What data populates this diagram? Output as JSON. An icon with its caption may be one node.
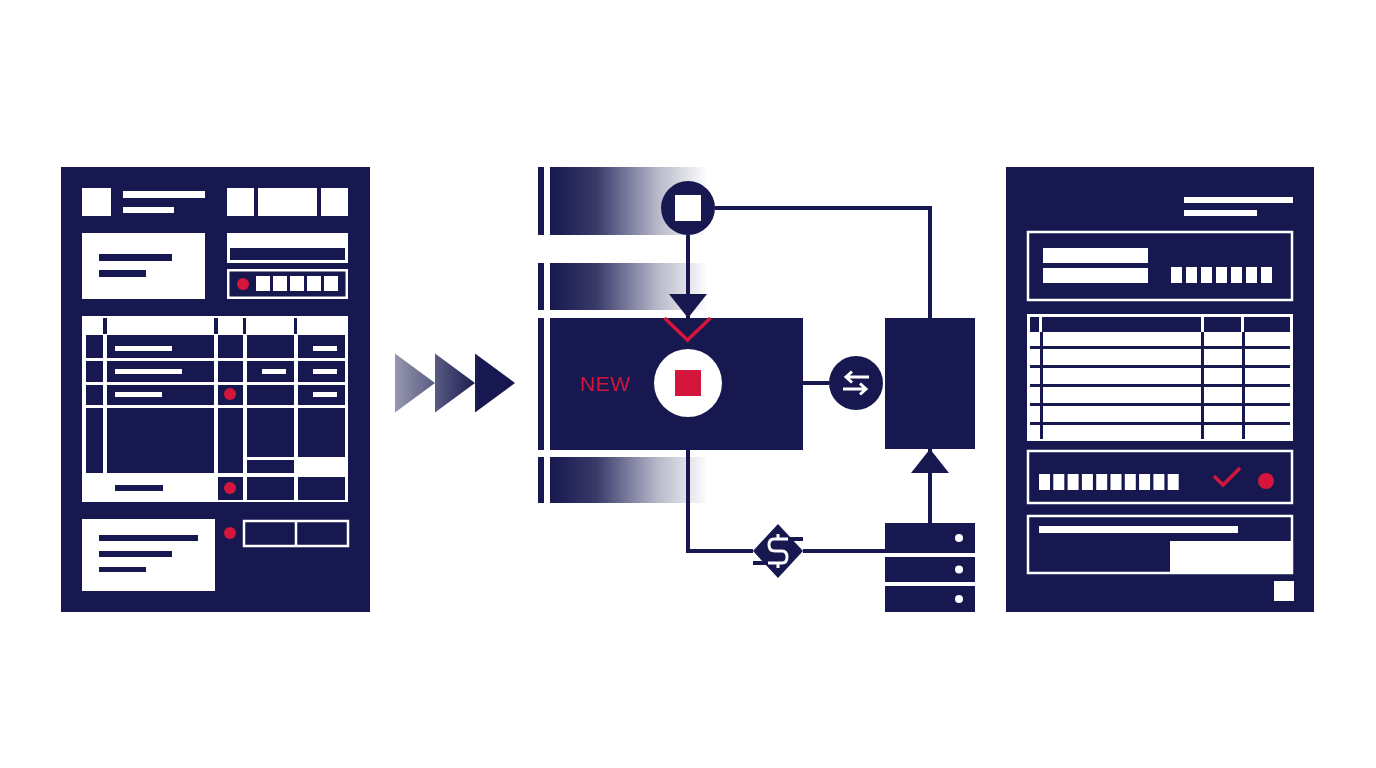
{
  "diagram": {
    "nodes": [
      {
        "text": [],
        "shape": "picture"
      },
      {
        "text": [],
        "shape": "circle"
      },
      {
        "text": [
          "NEW"
        ]
      },
      {
        "text": [],
        "shape": "box"
      },
      {
        "text": [],
        "shape": "circle"
      },
      {
        "text": [],
        "shape": "diamond"
      },
      {
        "text": [],
        "shape": "server"
      },
      {
        "text": [],
        "shape": "picture"
      }
    ],
    "edges": [
      {
        "from": 0,
        "to": 2,
        "arrow": "to"
      },
      {
        "from": 1,
        "to": 2,
        "arrow": "to"
      },
      {
        "from": 1,
        "to": 3,
        "arrow": "none"
      },
      {
        "from": 2,
        "to": 4,
        "arrow": "none"
      },
      {
        "from": 2,
        "to": 5,
        "arrow": "none"
      },
      {
        "from": 5,
        "to": 6,
        "arrow": "none"
      },
      {
        "from": 6,
        "to": 3,
        "arrow": "to"
      }
    ]
  }
}
